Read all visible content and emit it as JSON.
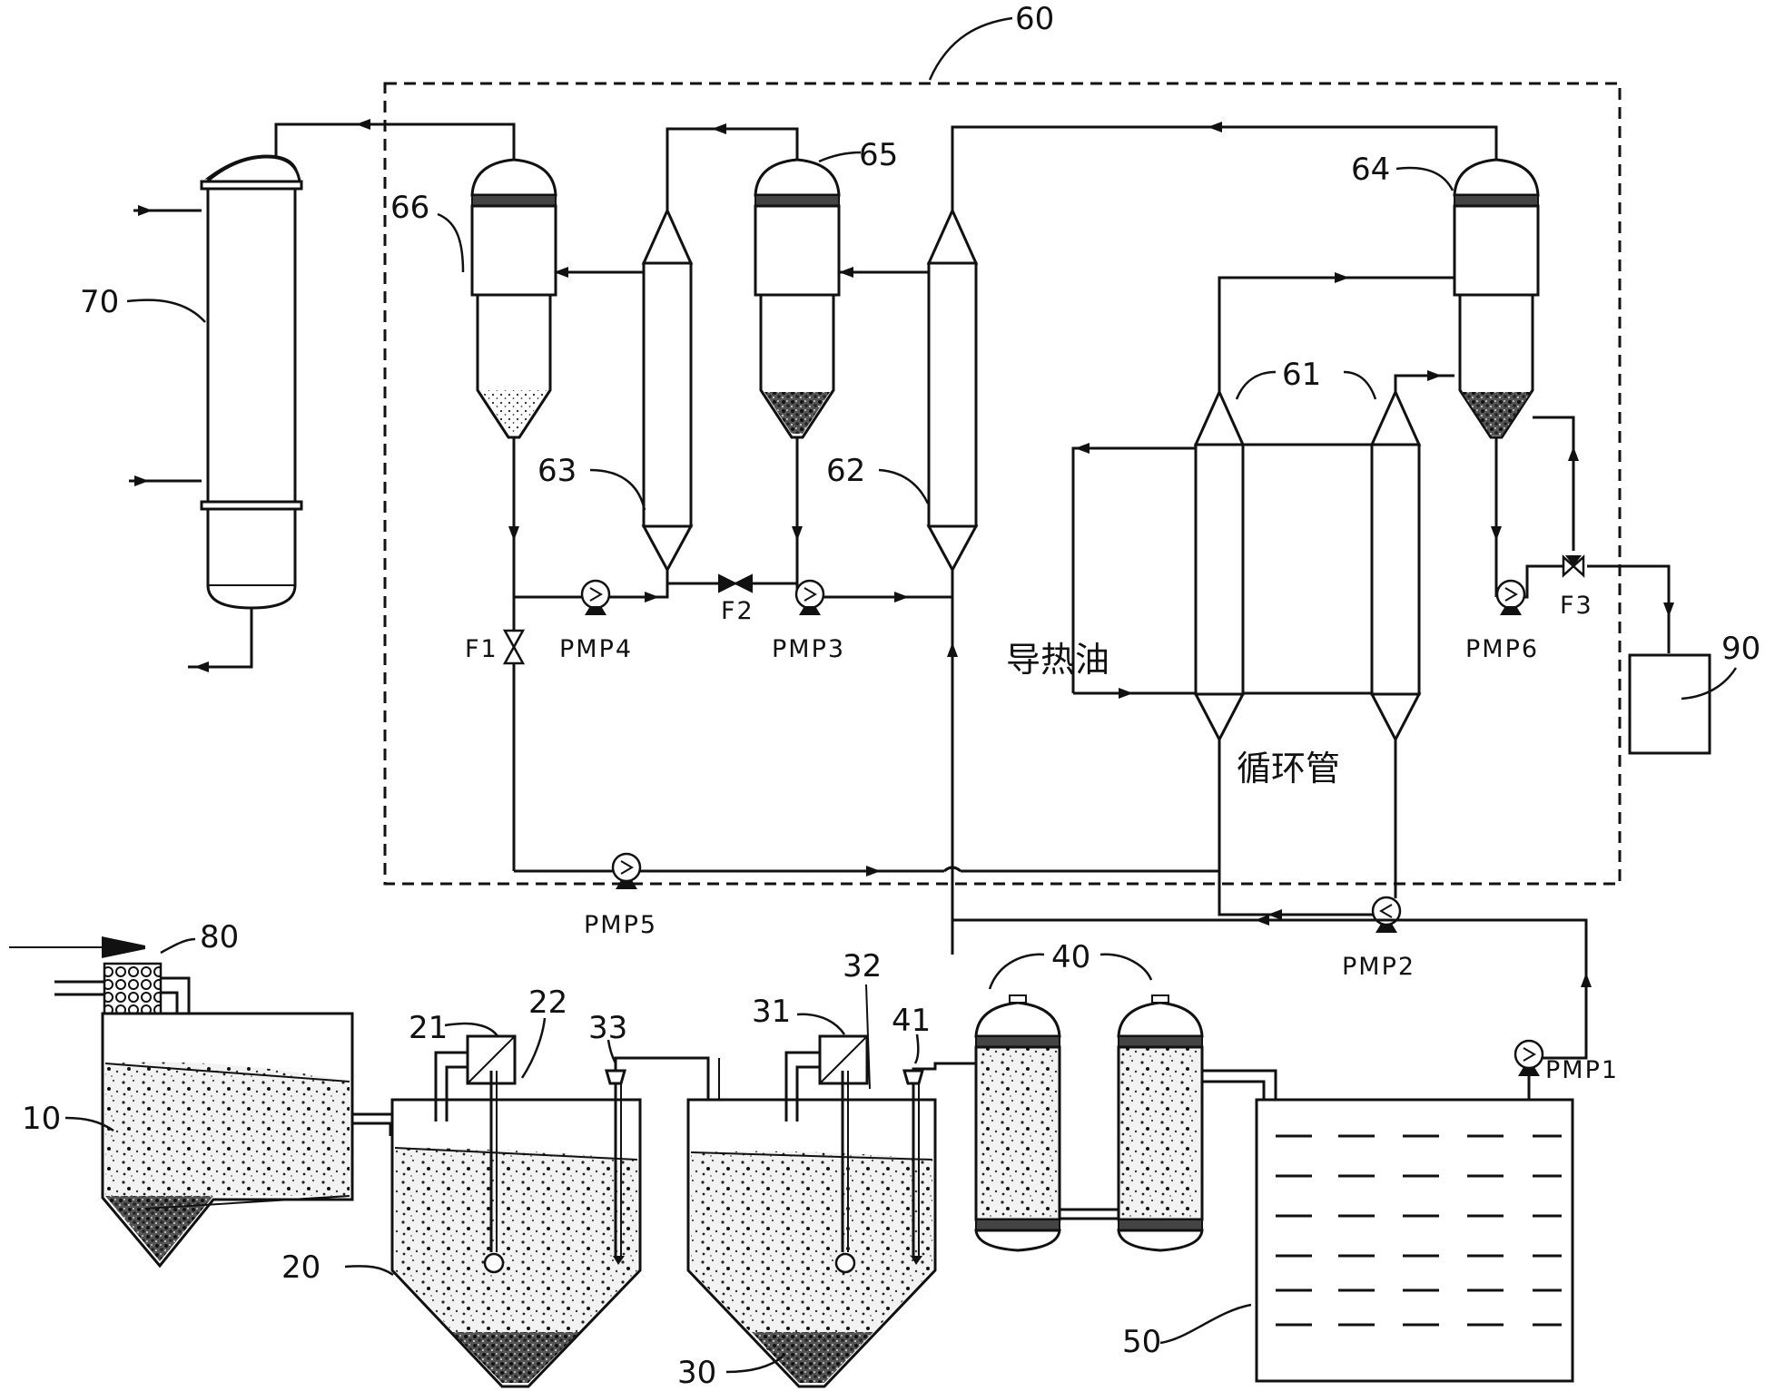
{
  "figure": {
    "boundary_label": "60",
    "labels": {
      "condenser": "70",
      "reactor_66": "66",
      "reactor_65": "65",
      "reactor_64": "64",
      "heater_63": "63",
      "heater_62": "62",
      "heater_61": "61",
      "tank_90": "90",
      "settler_80": "80",
      "tank_10": "10",
      "tank_20": "20",
      "tank_30": "30",
      "filter_21": "21",
      "probe_22": "22",
      "filter_31": "31",
      "probe_32": "32",
      "nozzle_33": "33",
      "nozzle_41": "41",
      "columns_40": "40",
      "tank_50": "50"
    },
    "equipment": {
      "valve_F1": "F1",
      "valve_F2": "F2",
      "valve_F3": "F3",
      "pump_1": "PMP1",
      "pump_2": "PMP2",
      "pump_3": "PMP3",
      "pump_4": "PMP4",
      "pump_5": "PMP5",
      "pump_6": "PMP6"
    },
    "text": {
      "thermal_oil": "导热油",
      "circulation_pipe": "循环管"
    }
  }
}
